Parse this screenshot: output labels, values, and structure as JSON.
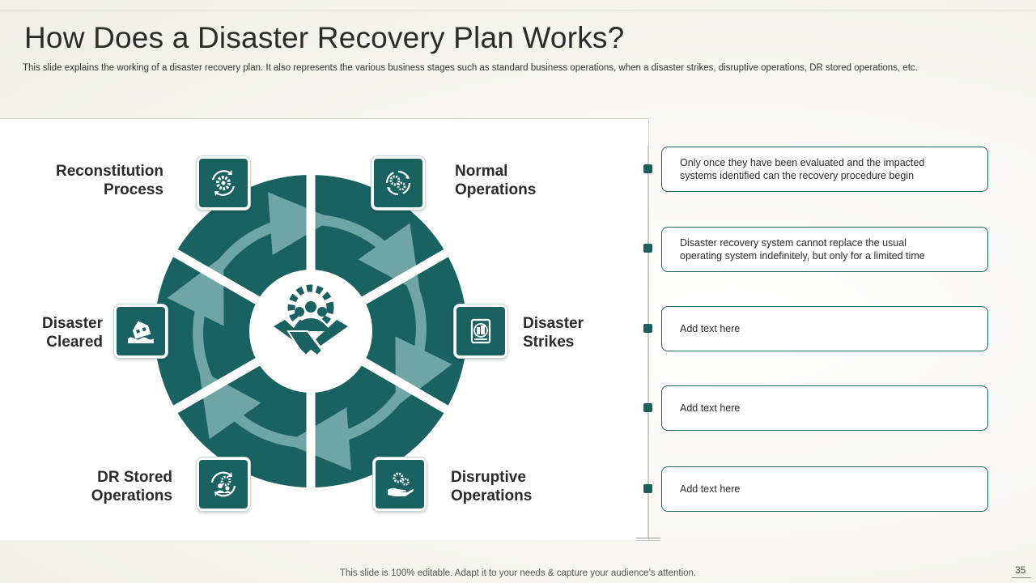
{
  "slide": {
    "title": "How Does a Disaster Recovery Plan Works?",
    "subtitle": "This slide explains the working of a disaster recovery plan. It also represents the various business stages such as standard business operations, when a disaster strikes, disruptive operations, DR stored operations, etc.",
    "footer": "This slide is 100% editable. Adapt it to your needs & capture your audience’s attention.",
    "page_number": "35"
  },
  "colors": {
    "accent": "#1a6161",
    "arrow": "#6fa5a5",
    "background": "#f7f6f2"
  },
  "stages": [
    {
      "line1": "Normal",
      "line2": "Operations",
      "icon": "gears-cycle-icon"
    },
    {
      "line1": "Disaster",
      "line2": "Strikes",
      "icon": "building-document-icon"
    },
    {
      "line1": "Disruptive",
      "line2": "Operations",
      "icon": "hand-gear-icon"
    },
    {
      "line1": "DR Stored",
      "line2": "Operations",
      "icon": "people-gear-cycle-icon"
    },
    {
      "line1": "Disaster",
      "line2": "Cleared",
      "icon": "flooded-house-icon"
    },
    {
      "line1": "Reconstitution",
      "line2": "Process",
      "icon": "gear-refresh-icon"
    }
  ],
  "center_icon": "team-handshake-icon",
  "notes": [
    {
      "line1": "Only once they have  been evaluated  and the impacted",
      "line2": "systems identified can the recovery  procedure begin"
    },
    {
      "line1": "Disaster recovery  system cannot replace the usual",
      "line2": "operating  system indefinitely,  but only for a limited time"
    },
    {
      "line1": "Add text here",
      "line2": ""
    },
    {
      "line1": "Add text here",
      "line2": ""
    },
    {
      "line1": "Add text here",
      "line2": ""
    }
  ]
}
